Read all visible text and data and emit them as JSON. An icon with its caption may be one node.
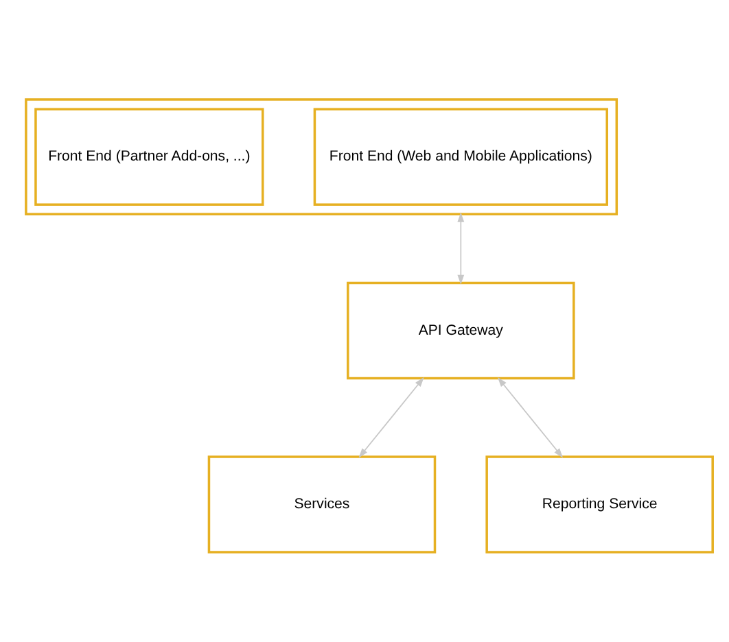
{
  "diagram": {
    "nodes": [
      {
        "text": [],
        "shape": "box"
      },
      {
        "text": [
          "Front End (Web and Mobile Applications)"
        ],
        "in": 0
      },
      {
        "text": [
          "Front End (Partner Add-ons, ...)"
        ],
        "in": 0
      },
      {
        "text": [
          "API Gateway"
        ]
      },
      {
        "text": [
          "Services"
        ]
      },
      {
        "text": [
          "Reporting Service"
        ]
      }
    ],
    "edges": [
      {
        "from": 0,
        "to": 3,
        "arrow": "both"
      },
      {
        "from": 3,
        "to": 4,
        "arrow": "both"
      },
      {
        "from": 3,
        "to": 5,
        "arrow": "both"
      }
    ]
  }
}
